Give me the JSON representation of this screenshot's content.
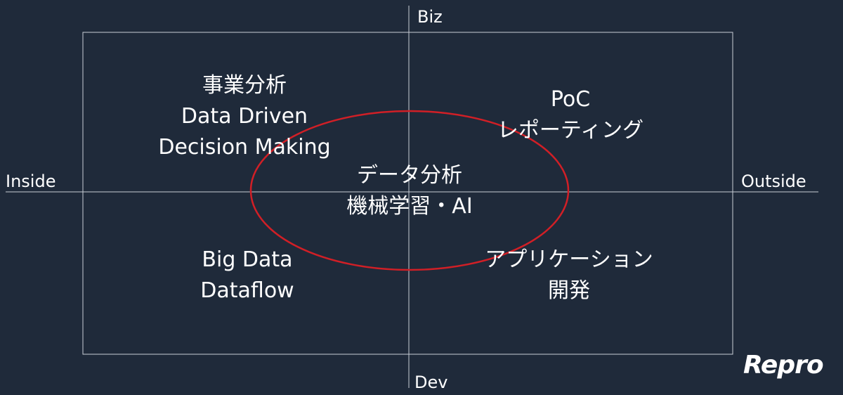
{
  "axes": {
    "top": "Biz",
    "bottom": "Dev",
    "left": "Inside",
    "right": "Outside"
  },
  "quadrants": {
    "top_left": [
      "事業分析",
      "Data Driven",
      "Decision Making"
    ],
    "top_right": [
      "PoC",
      "レポーティング"
    ],
    "bottom_left": [
      "Big Data",
      "Dataflow"
    ],
    "bottom_right": [
      "アプリケーション",
      "開発"
    ],
    "center": [
      "データ分析",
      "機械学習・AI"
    ]
  },
  "logo": "Repro",
  "colors": {
    "background": "#1f2a3a",
    "lines": "#c9ced6",
    "ellipse": "#d11f26",
    "text": "#ffffff"
  }
}
